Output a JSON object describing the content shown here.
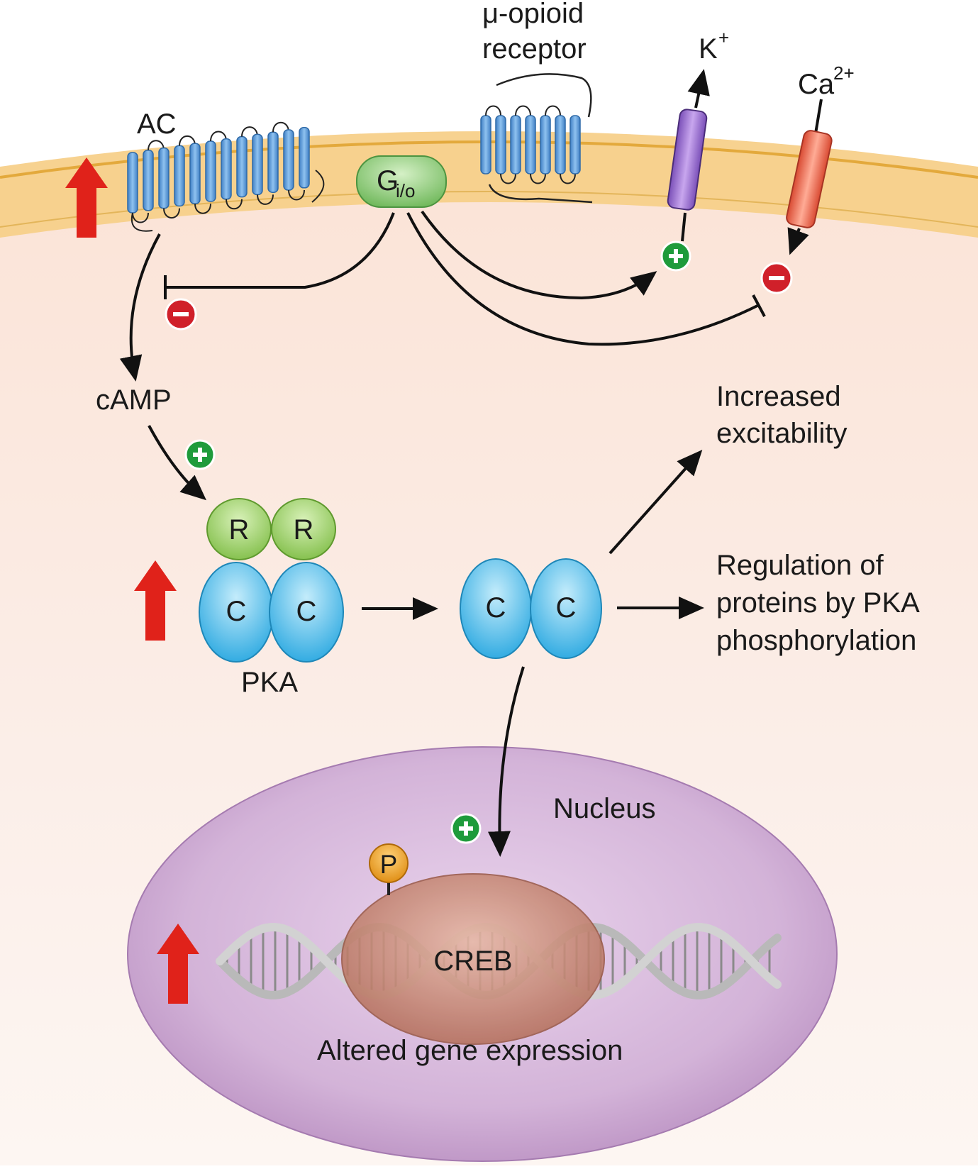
{
  "labels": {
    "ac": "AC",
    "mu_opioid_line1": "μ-opioid",
    "mu_opioid_line2": "receptor",
    "g_protein_main": "G",
    "g_protein_sub": "i/o",
    "k_ion_main": "K",
    "k_ion_sup": "+",
    "ca_ion_main": "Ca",
    "ca_ion_sup": "2+",
    "camp": "cAMP",
    "pka": "PKA",
    "r_subunit": "R",
    "c_subunit": "C",
    "increased_line1": "Increased",
    "increased_line2": "excitability",
    "regulation_line1": "Regulation of",
    "regulation_line2": "proteins by PKA",
    "regulation_line3": "phosphorylation",
    "nucleus": "Nucleus",
    "phosphate": "P",
    "creb": "CREB",
    "altered_gene": "Altered gene expression"
  },
  "colors": {
    "membrane": "#f2c46a",
    "cytoplasm": "#fbe6dc",
    "nucleus": "#c9a2cf",
    "helix_blue": "#5b9bd5",
    "g_protein": "#8fcf7a",
    "k_channel": "#9b6fd1",
    "ca_channel": "#f0684f",
    "pka_r": "#9fd36e",
    "pka_c": "#5ec3ee",
    "creb": "#c98a78",
    "phosphate": "#f1a12c",
    "up_arrow": "#e0221a",
    "plus_sign": "#1e9b3b",
    "minus_sign": "#d0202a"
  }
}
